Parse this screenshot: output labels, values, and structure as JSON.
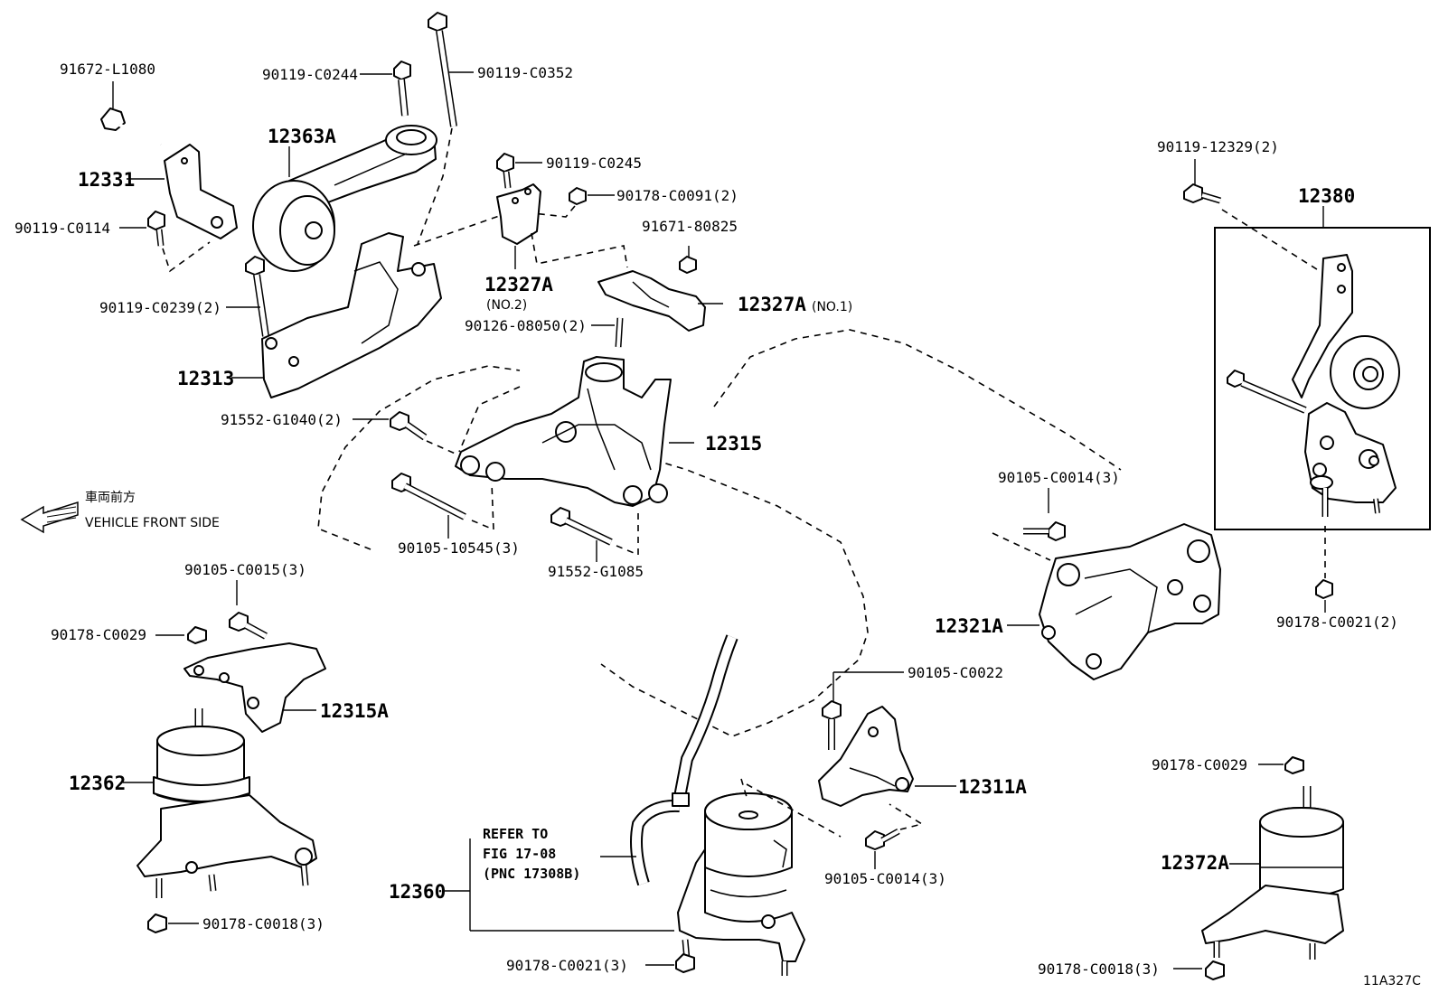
{
  "diagram_id": "11A327C",
  "direction": {
    "jp": "車両前方",
    "en": "VEHICLE FRONT SIDE"
  },
  "parts": {
    "p91672_L1080": "91672-L1080",
    "p90119_C0244": "90119-C0244",
    "p90119_C0352": "90119-C0352",
    "p12363A": "12363A",
    "p12331": "12331",
    "p90119_C0114": "90119-C0114",
    "p90119_C0245": "90119-C0245",
    "p90178_C0091": "90178-C0091(2)",
    "p91671_80825": "91671-80825",
    "p12327A_no2": "12327A",
    "p12327A_no2_sub": "(NO.2)",
    "p90119_C0239": "90119-C0239(2)",
    "p90126_08050": "90126-08050(2)",
    "p12327A_no1": "12327A",
    "p12327A_no1_sub": "(NO.1)",
    "p12313": "12313",
    "p91552_G1040": "91552-G1040(2)",
    "p12315": "12315",
    "p90105_10545": "90105-10545(3)",
    "p91552_G1085": "91552-G1085",
    "p90119_12329": "90119-12329(2)",
    "p12380": "12380",
    "p90105_C0014_top": "90105-C0014(3)",
    "p12321A": "12321A",
    "p90178_C0021_right": "90178-C0021(2)",
    "p90105_C0015": "90105-C0015(3)",
    "p90178_C0029_left": "90178-C0029",
    "p12315A": "12315A",
    "p12362": "12362",
    "p90178_C0018_left": "90178-C0018(3)",
    "p90105_C0022": "90105-C0022",
    "p12311A": "12311A",
    "p90105_C0014_bottom": "90105-C0014(3)",
    "p90178_C0029_right": "90178-C0029",
    "p12372A": "12372A",
    "p90178_C0018_right": "90178-C0018(3)",
    "p12360": "12360",
    "p90178_C0021_bottom": "90178-C0021(3)"
  },
  "refer": {
    "line1": "REFER TO",
    "line2": "FIG 17-08",
    "line3": "(PNC 17308B)"
  }
}
